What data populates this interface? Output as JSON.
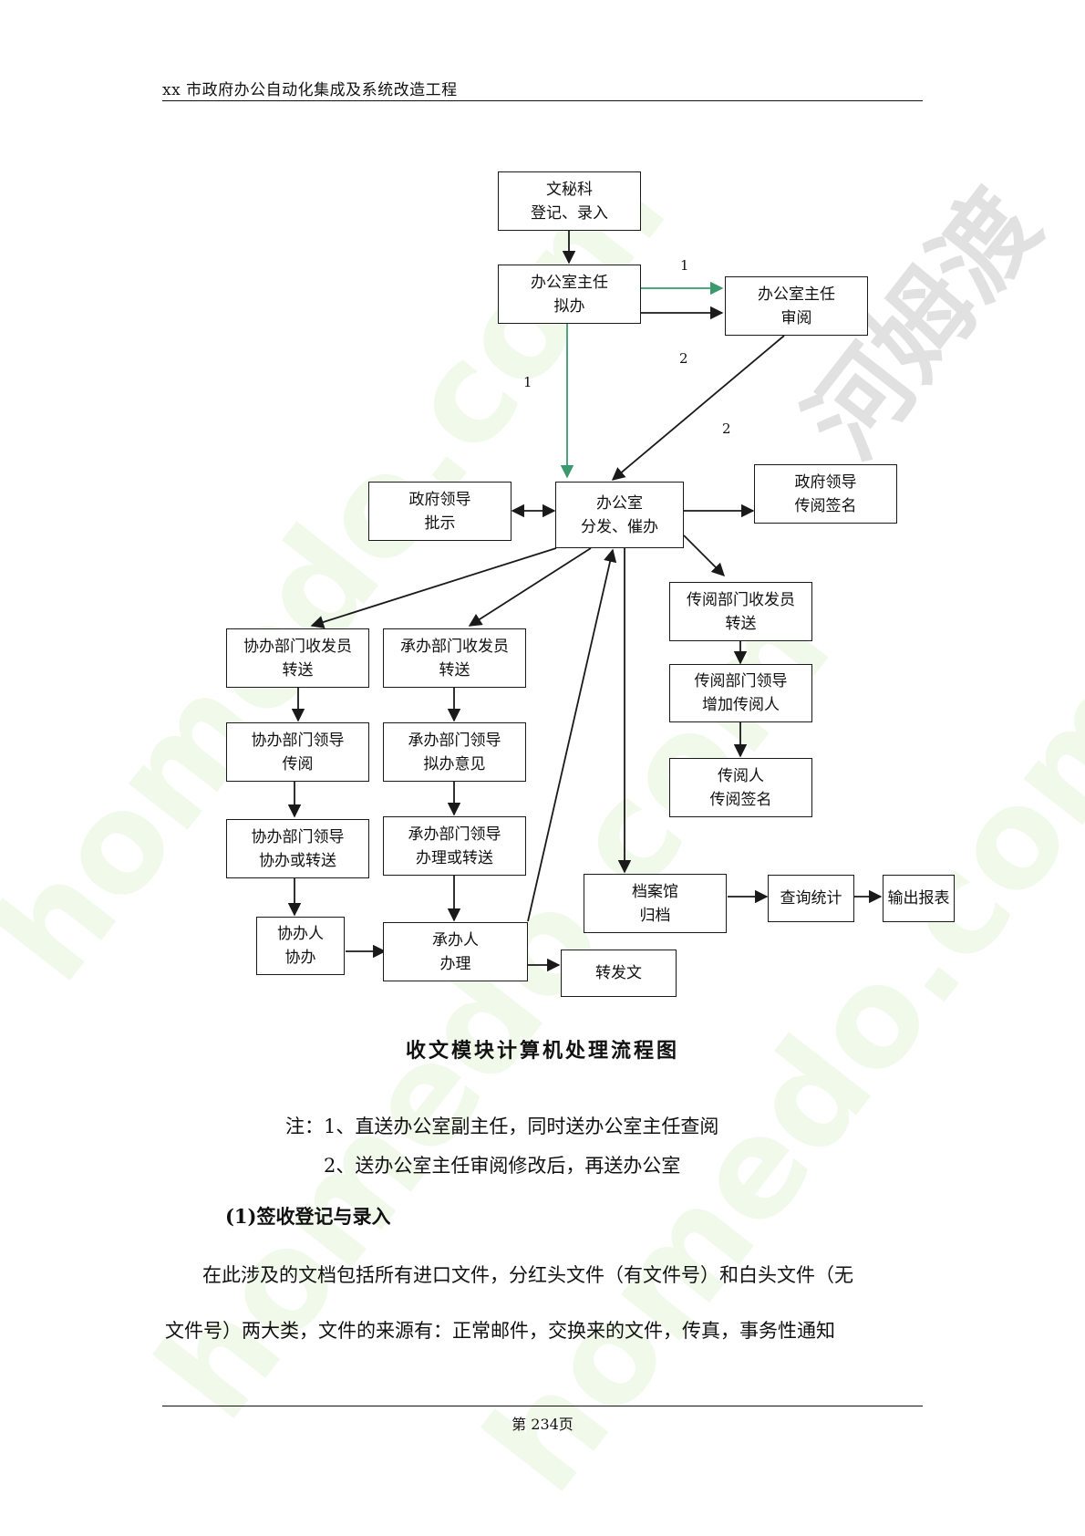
{
  "header": {
    "title": "xx 市政府办公自动化集成及系统改造工程"
  },
  "watermark": {
    "brand": "homedo.com",
    "brand_cn": "河姆渡"
  },
  "flowchart": {
    "boxes": {
      "wenmike": [
        "文秘科",
        "登记、录入"
      ],
      "zhuren_niban": [
        "办公室主任",
        "拟办"
      ],
      "zhuren_shenyue": [
        "办公室主任",
        "审阅"
      ],
      "zhengfu_pishi": [
        "政府领导",
        "批示"
      ],
      "bangongshi": [
        "办公室",
        "分发、催办"
      ],
      "zhengfu_chuanyue": [
        "政府领导",
        "传阅签名"
      ],
      "chuanyue_shoufa": [
        "传阅部门收发员",
        "转送"
      ],
      "chuanyue_lingdao": [
        "传阅部门领导",
        "增加传阅人"
      ],
      "chuanyueren": [
        "传阅人",
        "传阅签名"
      ],
      "xieban_shoufa": [
        "协办部门收发员",
        "转送"
      ],
      "chengban_shoufa": [
        "承办部门收发员",
        "转送"
      ],
      "xieban_lingdao_chuanyue": [
        "协办部门领导",
        "传阅"
      ],
      "chengban_lingdao_niban": [
        "承办部门领导",
        "拟办意见"
      ],
      "xieban_lingdao_zhuansong": [
        "协办部门领导",
        "协办或转送"
      ],
      "chengban_lingdao_banli": [
        "承办部门领导",
        "办理或转送"
      ],
      "xiebanren": [
        "协办人",
        "协办"
      ],
      "chengbanren": [
        "承办人",
        "办理"
      ],
      "dananguan": [
        "档案馆",
        "归档"
      ],
      "chaxun": [
        "查询统计"
      ],
      "shuchu": [
        "输出报表"
      ],
      "zhuanfawen": [
        "转发文"
      ]
    },
    "edge_labels": {
      "a": "1",
      "b": "1",
      "c": "2",
      "d": "2"
    },
    "colors": {
      "line": "#1a1a1a",
      "green": "#3a9a6e"
    }
  },
  "caption": "收文模块计算机处理流程图",
  "notes": {
    "line1": "注：1、直送办公室副主任，同时送办公室主任查阅",
    "line2": "2、送办公室主任审阅修改后，再送办公室"
  },
  "section_heading": "(1)签收登记与录入",
  "body": {
    "line1": "在此涉及的文档包括所有进口文件，分红头文件（有文件号）和白头文件（无",
    "line2": "文件号）两大类，文件的来源有：正常邮件，交换来的文件，传真，事务性通知"
  },
  "footer": {
    "page": "第 234页"
  }
}
